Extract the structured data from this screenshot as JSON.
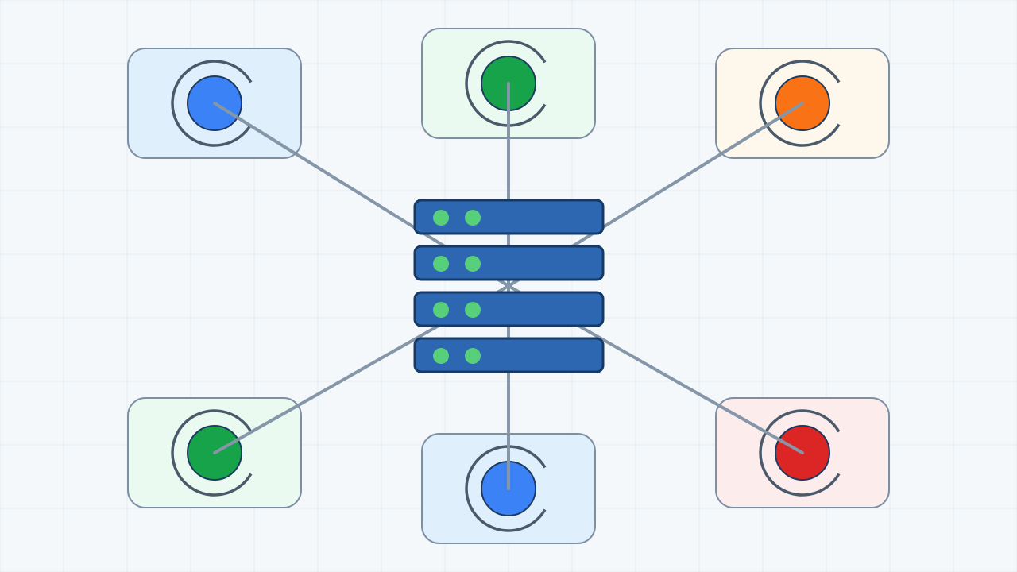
{
  "background_color": "#f5f8fb",
  "grid_color": "#e4ebf1",
  "connector_color": "#8496a8",
  "server": {
    "icon": "server-rack-icon",
    "fill": "#2e67b1",
    "stroke": "#163a66",
    "led_color": "#58cf7a",
    "units": 4,
    "leds_per_unit": 2
  },
  "nodes": [
    {
      "id": "top-left",
      "icon": "client-node-icon",
      "card_fill": "#e0effc",
      "dot_fill": "#3b82f6",
      "dot_stroke": "#1e3a5f"
    },
    {
      "id": "top-center",
      "icon": "client-node-icon",
      "card_fill": "#eafaf1",
      "dot_fill": "#16a34a",
      "dot_stroke": "#1e3a5f"
    },
    {
      "id": "top-right",
      "icon": "client-node-icon",
      "card_fill": "#fef7ec",
      "dot_fill": "#f97316",
      "dot_stroke": "#1e3a5f"
    },
    {
      "id": "bottom-left",
      "icon": "client-node-icon",
      "card_fill": "#eafaf1",
      "dot_fill": "#16a34a",
      "dot_stroke": "#1e3a5f"
    },
    {
      "id": "bottom-center",
      "icon": "client-node-icon",
      "card_fill": "#e0effc",
      "dot_fill": "#3b82f6",
      "dot_stroke": "#1e3a5f"
    },
    {
      "id": "bottom-right",
      "icon": "client-node-icon",
      "card_fill": "#fdecec",
      "dot_fill": "#dc2626",
      "dot_stroke": "#1e3a5f"
    }
  ],
  "card_stroke": "#7d8fa3",
  "ring_stroke": "#4b5a6b"
}
